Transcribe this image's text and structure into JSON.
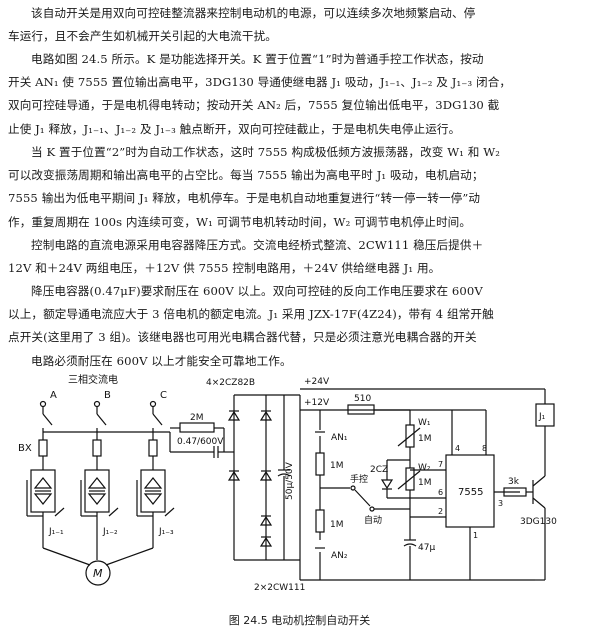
{
  "text": {
    "p1": [
      "该自动开关是用双向可控硅整流器来控制电动机的电源，可以连续多次地频繁启动、停",
      "车运行，且不会产生如机械开关引起的大电流干扰。"
    ],
    "p2": [
      "电路如图 24.5 所示。K 是功能选择开关。K 置于位置“1”时为普通手控工作状态，按动",
      "开关 AN₁ 使 7555 置位输出高电平，3DG130 导通使继电器 J₁ 吸动，J₁₋₁、J₁₋₂ 及 J₁₋₃ 闭合，",
      "双向可控硅导通，于是电机得电转动；按动开关 AN₂ 后，7555 复位输出低电平，3DG130 截",
      "止使 J₁ 释放，J₁₋₁、J₁₋₂ 及 J₁₋₃ 触点断开，双向可控硅截止，于是电机失电停止运行。"
    ],
    "p3": [
      "当 K 置于位置“2”时为自动工作状态，这时 7555 构成极低频方波振荡器，改变 W₁ 和 W₂",
      "可以改变振荡周期和输出高电平的占空比。每当 7555 输出为高电平时 J₁ 吸动，电机启动；",
      "7555 输出为低电平期间 J₁ 释放，电机停车。于是电机自动地重复进行“转一停一转一停”动",
      "作，重复周期在 100s 内连续可变，W₁ 可调节电机转动时间，W₂ 可调节电机停止时间。"
    ],
    "p4": [
      "控制电路的直流电源采用电容器降压方式。交流电经桥式整流、2CW111 稳压后提供＋",
      "12V 和＋24V 两组电压，＋12V 供 7555 控制电路用，＋24V 供给继电器 J₁ 用。"
    ],
    "p5": [
      "降压电容器(0.47μF)要求耐压在 600V 以上。双向可控硅的反向工作电压要求在 600V",
      "以上，额定导通电流应大于 3 倍电机的额定电流。J₁ 采用 JZX-17F(4Z24)，带有 4 组常开触",
      "点开关(这里用了 3 组)。该继电器也可用光电耦合器代替，只是必须注意光电耦合器的开关",
      "电路必须耐压在 600V 以上才能安全可靠地工作。"
    ]
  },
  "figure": {
    "caption": "图 24.5    电动机控制自动开关",
    "labels": {
      "three_phase": "三相交流电",
      "phase_a": "A",
      "phase_b": "B",
      "phase_c": "C",
      "bx": "BX",
      "j11": "J₁₋₁",
      "j12": "J₁₋₂",
      "j13": "J₁₋₃",
      "motor": "M",
      "diodes_top": "4×2CZ82B",
      "v24": "+24V",
      "v12": "+12V",
      "r2m": "2M",
      "cap047": "0.47/600V",
      "cap_filter": "50μ/50V",
      "an1": "AN₁",
      "an2": "AN₂",
      "r1m_a": "1M",
      "r1m_b": "1M",
      "r510": "510",
      "w1": "W₁",
      "w1r": "1M",
      "w2": "W₂",
      "w2r": "1M",
      "zener": "2CZ",
      "manual": "手控",
      "auto": "自动",
      "cap47": "47μ",
      "ic": "7555",
      "pin4": "4",
      "pin8": "8",
      "pin7": "7",
      "pin6": "6",
      "pin2": "2",
      "pin3": "3",
      "pin1": "1",
      "r3k": "3k",
      "transistor": "3DG130",
      "relay": "J₁",
      "zener_bottom": "2×2CW111"
    }
  }
}
